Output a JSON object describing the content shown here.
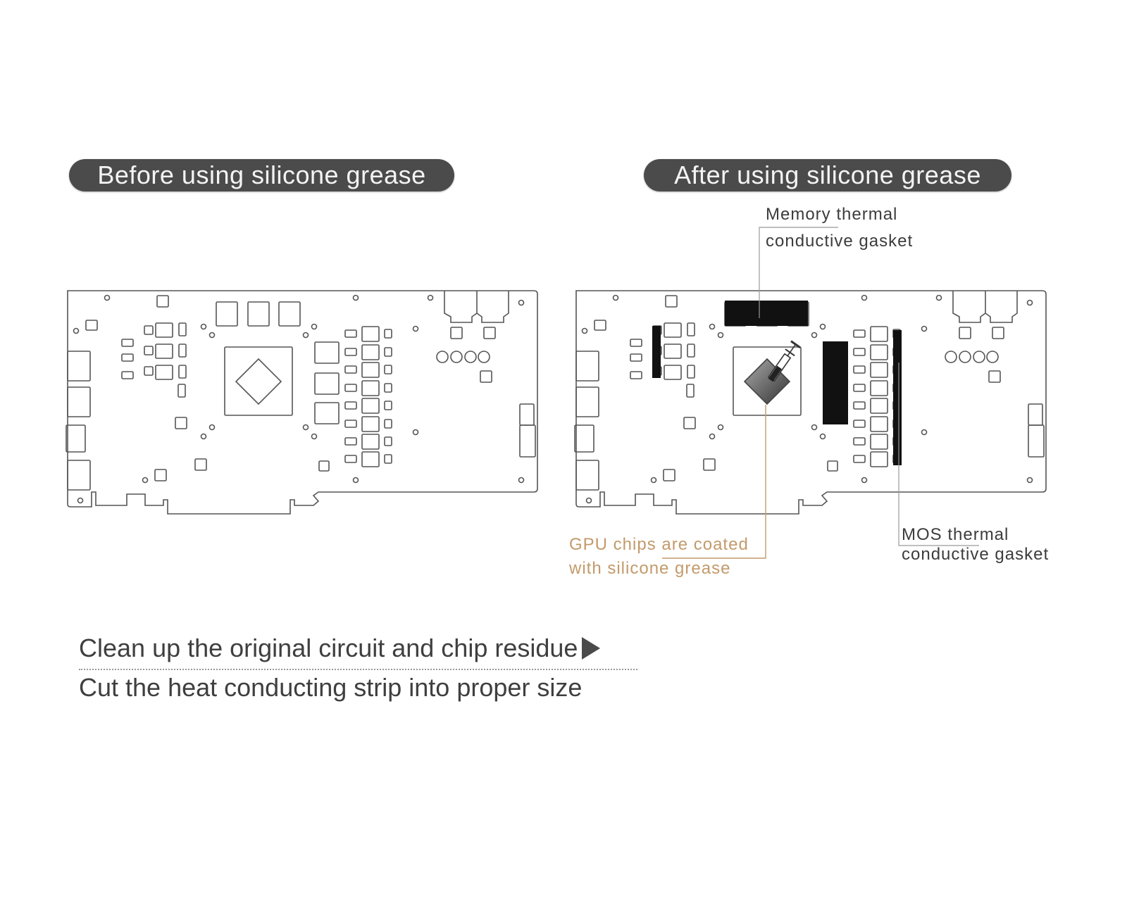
{
  "panels": {
    "before": {
      "title": "Before using silicone grease"
    },
    "after": {
      "title": "After using silicone grease"
    }
  },
  "callouts": {
    "memory": {
      "line1": "Memory thermal",
      "line2": "conductive gasket"
    },
    "gpu": {
      "line1": "GPU chips are coated",
      "line2": "with silicone grease"
    },
    "mos": {
      "line1": "MOS thermal",
      "line2": "conductive gasket"
    }
  },
  "steps": [
    {
      "text": "Clean up the original circuit and chip residue",
      "icon": "play-triangle-icon"
    },
    {
      "text": "Cut the heat conducting strip into proper size"
    }
  ],
  "colors": {
    "pill": "#4b4b4b",
    "outline": "#555555",
    "gasket": "#111111",
    "gpu_callout": "#c39a6b"
  }
}
